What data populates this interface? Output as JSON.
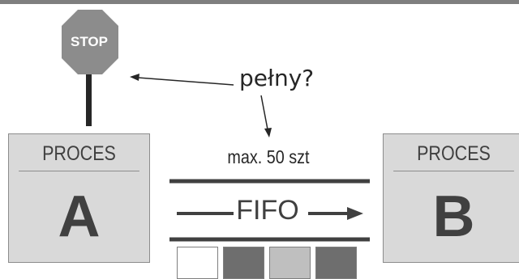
{
  "stop_sign": {
    "label": "STOP",
    "color": "#8c8c8c"
  },
  "annotation": {
    "text": "pełny?"
  },
  "process_a": {
    "header": "PROCES",
    "letter": "A"
  },
  "process_b": {
    "header": "PROCES",
    "letter": "B"
  },
  "queue": {
    "capacity_label": "max. 50 szt",
    "name": "FIFO",
    "items": [
      {
        "fill": "#ffffff"
      },
      {
        "fill": "#6e6e6e"
      },
      {
        "fill": "#bfbfbf"
      },
      {
        "fill": "#6e6e6e"
      }
    ]
  },
  "colors": {
    "process_fill": "#d9d9d9",
    "text_dark": "#404040",
    "line": "#404040"
  }
}
